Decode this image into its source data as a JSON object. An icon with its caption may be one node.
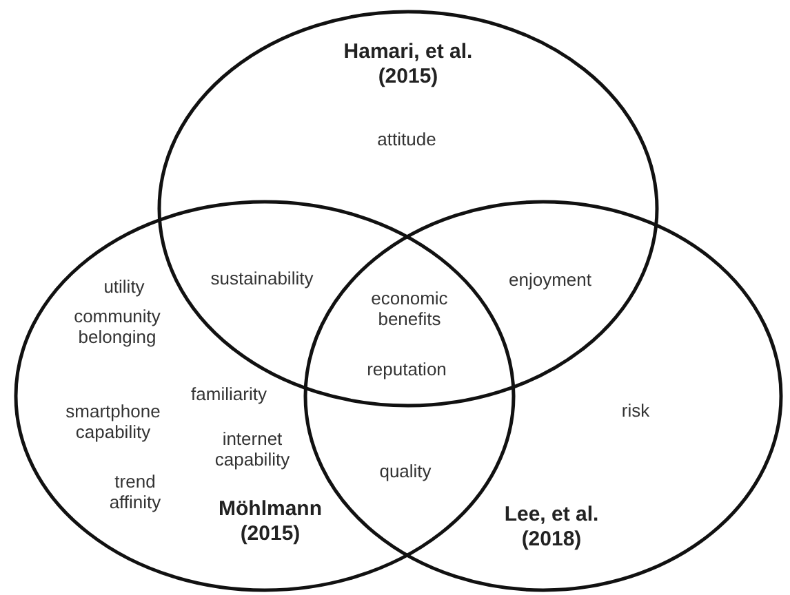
{
  "diagram": {
    "nodes": [
      {
        "text": [
          "Hamari, et al. (2015)"
        ]
      },
      {
        "text": [
          "Möhlmann (2015)"
        ]
      },
      {
        "text": [
          "Lee, et al. (2018)"
        ]
      }
    ],
    "labels": [
      "attitude",
      "utility",
      "sustainability",
      "enjoyment",
      "economic benefits",
      "community belonging",
      "reputation",
      "familiarity",
      "smartphone capability",
      "risk",
      "internet capability",
      "quality",
      "trend affinity"
    ]
  }
}
